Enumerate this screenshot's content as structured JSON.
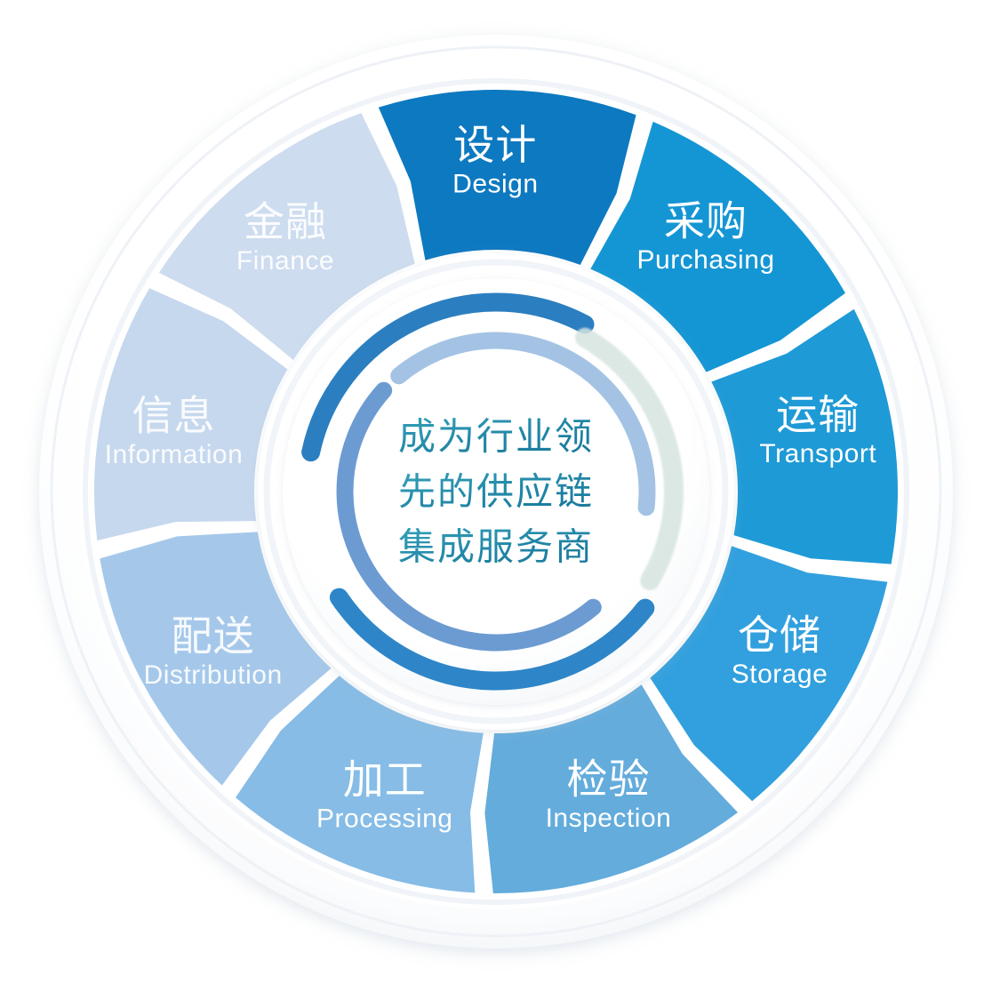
{
  "diagram": {
    "type": "circular-process-wheel",
    "title_cn": "成为行业领先的供应链集成服务商",
    "center": {
      "lines": [
        "成为行业领",
        "先的供应链",
        "集成服务商"
      ],
      "text_color": "#1F87A6"
    },
    "background_color": "#FFFFFF",
    "ring_color": "#FFFFFF",
    "segment_count": 9,
    "segments": [
      {
        "id": "design",
        "cn": "设计",
        "en": "Design",
        "color": "#0D79C0",
        "text_color": "#FFFFFF",
        "order": 1
      },
      {
        "id": "purchasing",
        "cn": "采购",
        "en": "Purchasing",
        "color": "#1596D4",
        "text_color": "#FFFFFF",
        "order": 2
      },
      {
        "id": "transport",
        "cn": "运输",
        "en": "Transport",
        "color": "#1E9AD6",
        "text_color": "#FFFFFF",
        "order": 3
      },
      {
        "id": "storage",
        "cn": "仓储",
        "en": "Storage",
        "color": "#32A0DE",
        "text_color": "#FFFFFF",
        "order": 4
      },
      {
        "id": "inspection",
        "cn": "检验",
        "en": "Inspection",
        "color": "#63ACDC",
        "text_color": "#FFFFFF",
        "order": 5
      },
      {
        "id": "processing",
        "cn": "加工",
        "en": "Processing",
        "color": "#86BCE6",
        "text_color": "#FFFFFF",
        "order": 6
      },
      {
        "id": "distribution",
        "cn": "配送",
        "en": "Distribution",
        "color": "#A5C8EA",
        "text_color": "#FFFFFF",
        "order": 7
      },
      {
        "id": "information",
        "cn": "信息",
        "en": "Information",
        "color": "#C6D8EE",
        "text_color": "#FFFFFF",
        "order": 8
      },
      {
        "id": "finance",
        "cn": "金融",
        "en": "Finance",
        "color": "#CDDCEF",
        "text_color": "#FFFFFF",
        "order": 9
      }
    ],
    "arcs": [
      {
        "id": "outer-arc-top",
        "color": "#2B7FC0",
        "start_deg": -78,
        "end_deg": 28
      },
      {
        "id": "outer-arc-bottom",
        "color": "#2E86C8",
        "start_deg": 128,
        "end_deg": 236
      },
      {
        "id": "inner-arc-left",
        "color": "#6C9BD2",
        "start_deg": 140,
        "end_deg": 312
      },
      {
        "id": "inner-arc-right",
        "color": "#9FC0E3",
        "start_deg": -40,
        "end_deg": 96
      },
      {
        "id": "faint-arc",
        "color": "#D6E4DF",
        "start_deg": 30,
        "end_deg": 120
      }
    ]
  }
}
